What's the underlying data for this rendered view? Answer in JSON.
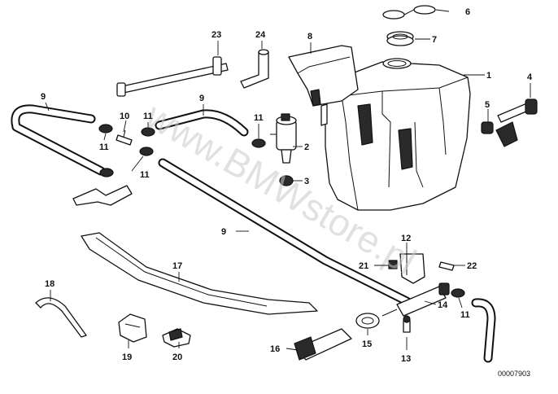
{
  "diagram": {
    "watermark": "www.BMWstore.pl",
    "drawing_number": "00007903",
    "callouts": [
      "1",
      "2",
      "3",
      "4",
      "5",
      "6",
      "7",
      "8",
      "9",
      "10",
      "11",
      "12",
      "13",
      "14",
      "15",
      "16",
      "17",
      "18",
      "19",
      "20",
      "21",
      "22",
      "23",
      "24"
    ]
  }
}
